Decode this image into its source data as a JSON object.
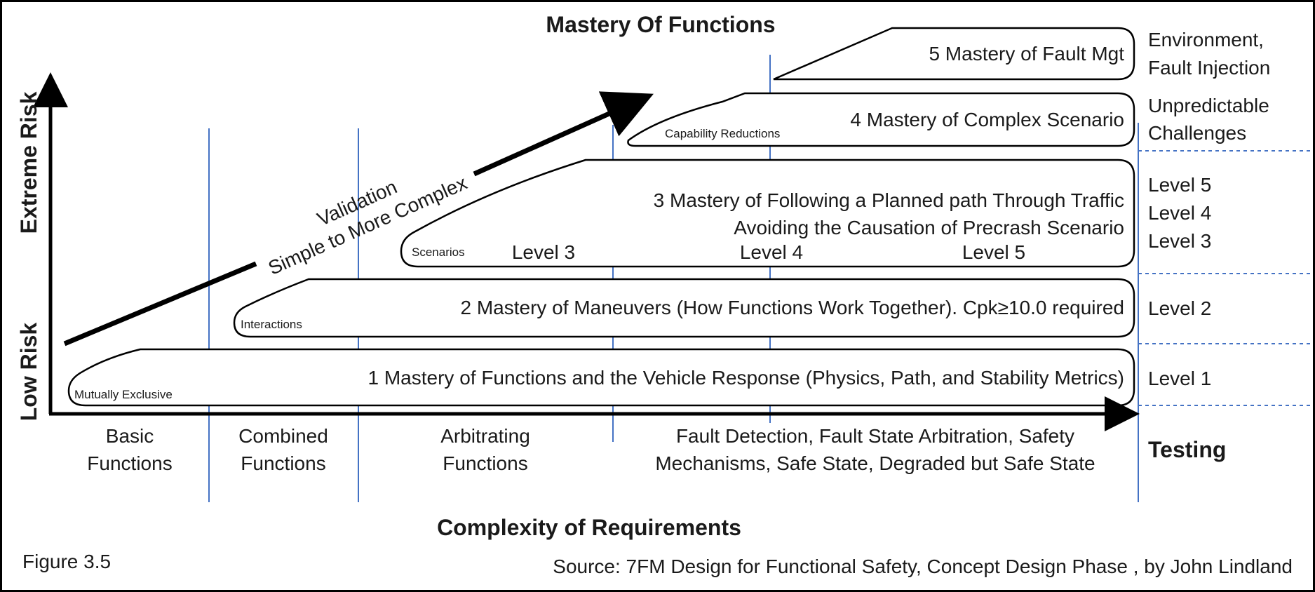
{
  "title": "Mastery Of Functions",
  "y_axis": {
    "low": "Low Risk",
    "high": "Extreme Risk"
  },
  "x_axis": {
    "title": "Complexity of Requirements"
  },
  "validation_arrow": {
    "line1": "Validation",
    "line2": "Simple to More Complex"
  },
  "bands": [
    {
      "text": "1 Mastery of Functions and the Vehicle Response (Physics, Path, and Stability Metrics)",
      "corner_label": "Mutually Exclusive",
      "level": "Level 1"
    },
    {
      "text": "2 Mastery of Maneuvers (How Functions Work Together).  Cpk≥10.0 required",
      "corner_label": "Interactions",
      "level": "Level 2"
    },
    {
      "line1": "3 Mastery of  Following a Planned path Through Traffic",
      "line2": "Avoiding the Causation of Precrash Scenario",
      "corner_label": "Scenarios",
      "sublevels": [
        "Level 3",
        "Level 4",
        "Level 5"
      ],
      "levels": [
        "Level 5",
        "Level 4",
        "Level 3"
      ]
    },
    {
      "text": "4 Mastery of Complex Scenario",
      "corner_label": "Capability Reductions",
      "level_line1": "Unpredictable",
      "level_line2": "Challenges"
    },
    {
      "text": "5 Mastery of Fault Mgt",
      "level_line1": "Environment,",
      "level_line2": "Fault Injection"
    }
  ],
  "columns": [
    {
      "line1": "Basic",
      "line2": "Functions"
    },
    {
      "line1": "Combined",
      "line2": "Functions"
    },
    {
      "line1": "Arbitrating",
      "line2": "Functions"
    },
    {
      "line1": "Fault Detection, Fault State Arbitration, Safety",
      "line2": "Mechanisms, Safe State, Degraded but Safe State"
    }
  ],
  "testing_label": "Testing",
  "figure_label": "Figure 3.5",
  "source": "Source: 7FM Design for Functional Safety, Concept Design Phase , by John Lindland",
  "colors": {
    "grid_line": "#4472c4",
    "band_stroke": "#000000",
    "text": "#1a1a1a"
  }
}
